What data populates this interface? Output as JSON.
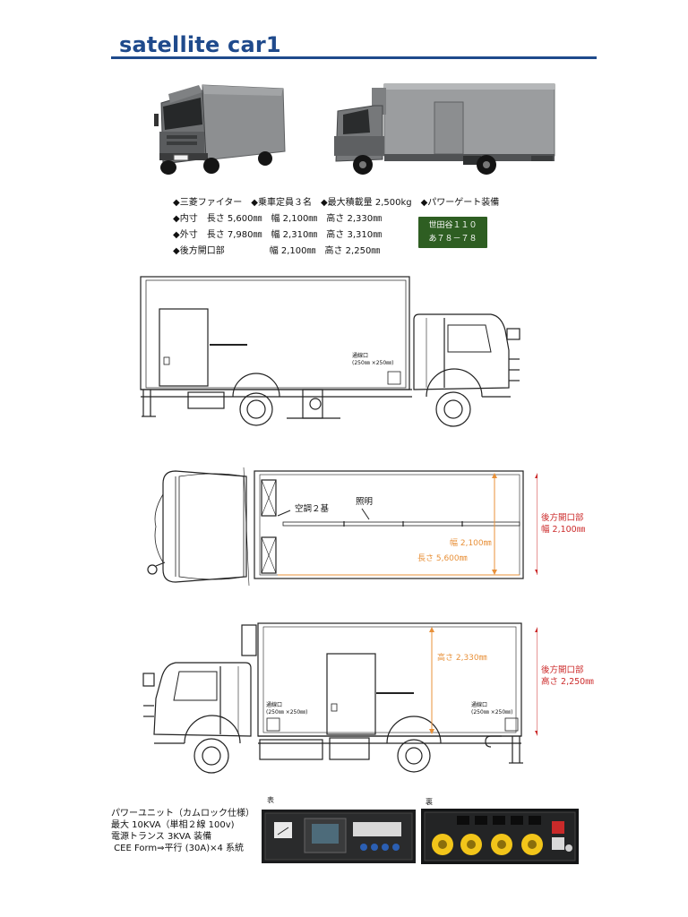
{
  "title": "satellite car1",
  "specs": {
    "line1": "◆三菱ファイター　◆乗車定員３名　◆最大積載量 2,500kg　◆パワーゲート装備",
    "line2": "◆内寸　長さ 5,600㎜　幅 2,100㎜　高さ 2,330㎜",
    "line3": "◆外寸　長さ 7,980㎜　幅 2,310㎜　高さ 3,310㎜",
    "line4": "◆後方開口部　　　　　幅 2,100㎜　高さ 2,250㎜"
  },
  "plate": {
    "line1": "世田谷１１０",
    "line2": "あ７８－７８"
  },
  "side_view_1": {
    "vent_label": "通線口\n(250㎜ ×250㎜)"
  },
  "top_view": {
    "ac_label": "空調２基",
    "light_label": "照明",
    "width_label": "幅 2,100㎜",
    "length_label": "長さ 5,600㎜",
    "rear_opening": "後方開口部\n幅 2,100㎜"
  },
  "side_view_2": {
    "height_label": "高さ 2,330㎜",
    "vent_left": "通線口\n(250㎜ ×250㎜)",
    "vent_right": "通線口\n(250㎜ ×250㎜)",
    "rear_opening": "後方開口部\n高さ 2,250㎜"
  },
  "power_unit": {
    "lines": "パワーユニット（カムロック仕様）\n最大 10KVA（単相２線 100v)\n電源トランス 3KVA 装備\n CEE Form⇒平行 (30A)×4 系統",
    "front_label": "表",
    "back_label": "裏"
  },
  "colors": {
    "title": "#1f4a8c",
    "plate": "#2e5e22",
    "dimension_orange": "#e8913a",
    "dimension_red": "#cc2b2b"
  }
}
